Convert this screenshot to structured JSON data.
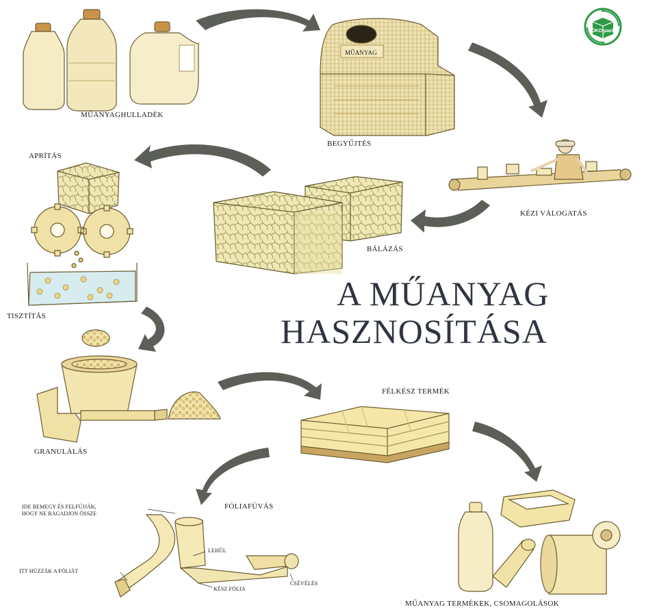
{
  "title": {
    "line1": "A MŰANYAG",
    "line2": "HASZNOSÍTÁSA"
  },
  "logo": {
    "icon": "recycling-box-icon",
    "text": "ÖKO pack"
  },
  "stages": {
    "waste": "MŰANYAGHULLADÉK",
    "container_label": "MŰANYAG",
    "collection": "BEGYŰJTÉS",
    "sorting": "KÉZI VÁLOGATÁS",
    "baling": "BÁLÁZÁS",
    "shredding": "APRÍTÁS",
    "cleaning": "TISZTÍTÁS",
    "granulation": "GRANULÁLÁS",
    "semi_finished": "FÉLKÉSZ TERMÉK",
    "film_blowing": "FÓLIAFÚVÁS",
    "products": "MŰANYAG TERMÉKEK, CSOMAGOLÁSOK"
  },
  "film_notes": {
    "inlet_line1": "IDE BEMEGY ÉS FELFÚJJÁK,",
    "inlet_line2": "HOGY NE RAGADJON ÖSSZE",
    "cools": "LEHŰL",
    "pull": "ITT HÚZZÁK A FÓLIÁT",
    "finished": "KÉSZ FÓLIA",
    "winding": "CSÉVÉLÉS"
  },
  "colors": {
    "arrow": "#5b5f58",
    "material": "#f0e6b2",
    "material_dark": "#c9b86c",
    "logo": "#2e9a45"
  }
}
